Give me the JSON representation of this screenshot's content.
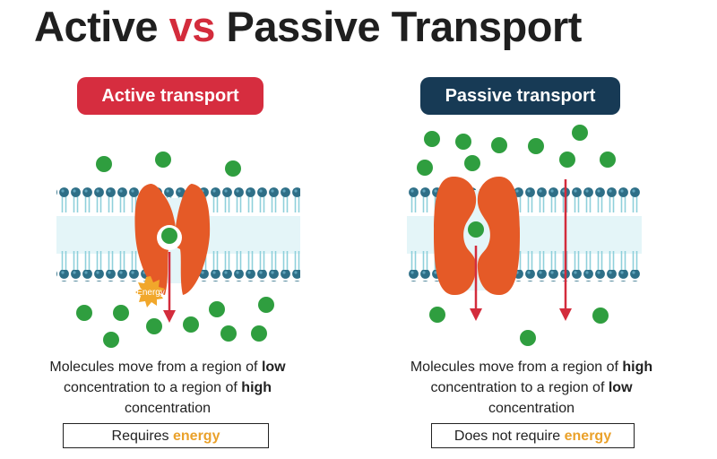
{
  "title": {
    "part1": "Active",
    "vs": "vs",
    "part2": "Passive Transport"
  },
  "active": {
    "label": "Active transport",
    "energy_badge": "Energy",
    "desc": {
      "t1": "Molecules move from a region of ",
      "b1": "low",
      "t2": " concentration to a region of ",
      "b2": "high",
      "t3": " concentration"
    },
    "box": {
      "text": "Requires ",
      "energy": "energy"
    }
  },
  "passive": {
    "label": "Passive transport",
    "desc": {
      "t1": "Molecules move from a region of ",
      "b1": "high",
      "t2": " concentration to a region of ",
      "b2": "low",
      "t3": " concentration"
    },
    "box": {
      "text": "Does not require ",
      "energy": "energy"
    }
  },
  "colors": {
    "red": "#d32c3c",
    "navy": "#173a55",
    "protein": "#e55a27",
    "molecule": "#2f9e3f",
    "head": "#2e6f87",
    "tail": "#8fd0db",
    "energy": "#f1a72b"
  }
}
